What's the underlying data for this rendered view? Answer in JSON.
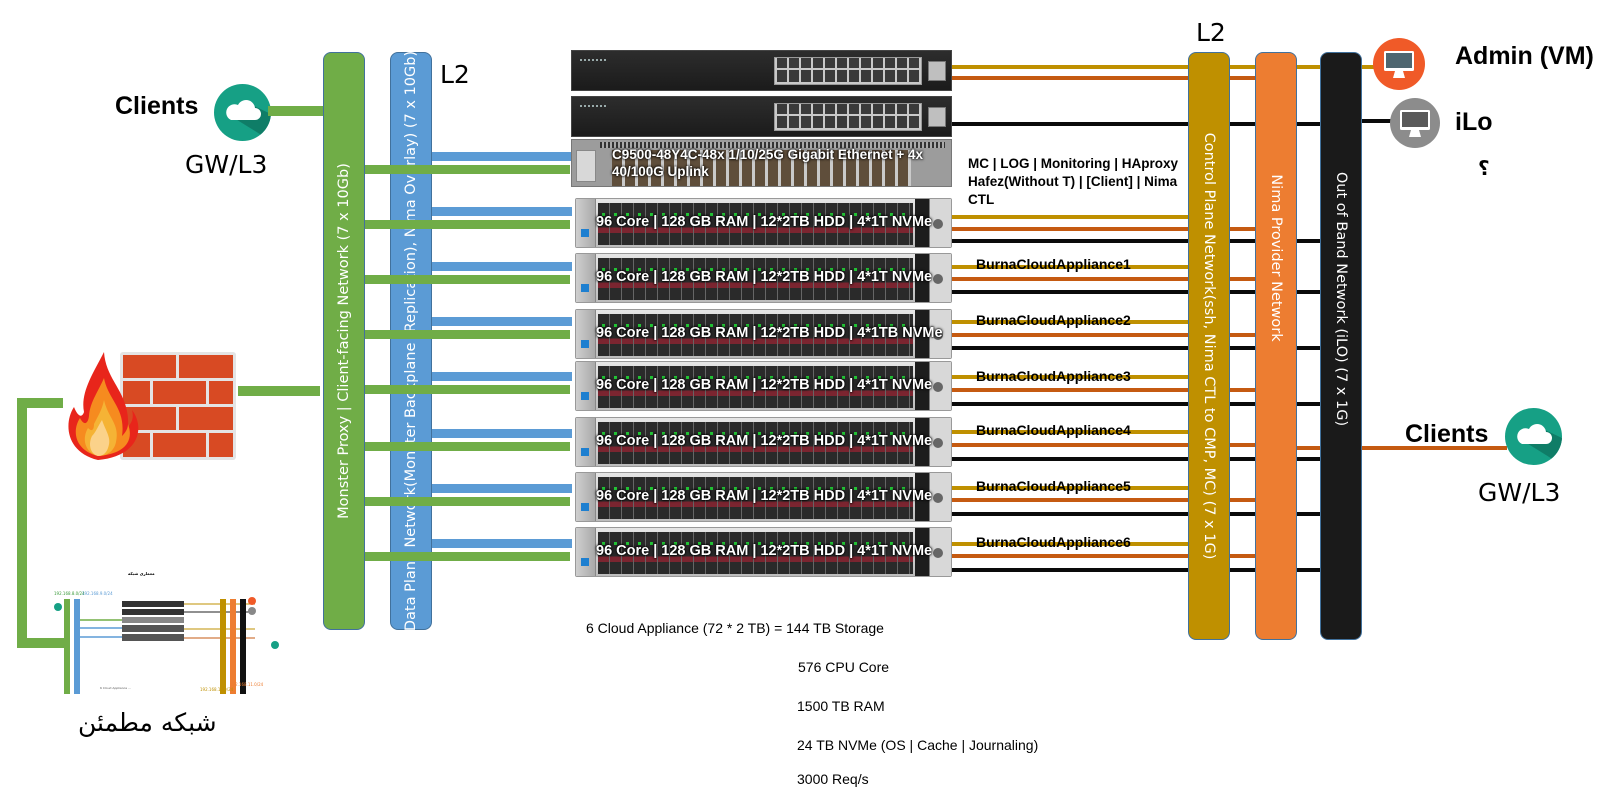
{
  "left_clients": {
    "label": "Clients",
    "gateway": "GW/L3",
    "icon": "cloud-icon"
  },
  "right_clients": {
    "label": "Clients",
    "gateway": "GW/L3",
    "icon": "cloud-icon"
  },
  "l2_left": "L2",
  "l2_right": "L2",
  "networks": {
    "client_facing": "Monster Proxy | Client-facing Network (7 x 10Gb)",
    "data_plane": "Data Plane Network(Monster Backplane (Replication), Nima Overlay) (7 x 10Gb)",
    "control_plane": "Control Plane Network(ssh, Nima CTL to CMP,  MC) (7 x 1G)",
    "nima_provider": "Nima Provider Network",
    "out_of_band": "Out of Band Network (iLO) (7 x 1G)"
  },
  "colors": {
    "client_facing": "#70ad47",
    "data_plane": "#5b9bd5",
    "control_plane": "#bf9000",
    "nima_provider": "#ed7d31",
    "out_of_band": "#1a1a1a",
    "cloud_icon": "#16a085",
    "admin_icon": "#f05a28",
    "ilo_icon": "#8c8c8c"
  },
  "admin": {
    "label": "Admin (VM)",
    "icon": "monitor-icon"
  },
  "ilo": {
    "label": "iLo",
    "icon": "monitor-icon",
    "note": "؟"
  },
  "firewall": {
    "icon": "firewall-icon"
  },
  "trusted_network": {
    "label": "شبکه مطمئن",
    "thumbnail": "network-diagram-thumbnail",
    "thumbnail_subnets": [
      "192.168.8.0/24",
      "192.168.9.0/24",
      "192.168.10.0/24",
      "192.168.11.0/24"
    ]
  },
  "core_switch": {
    "label": "C9500-48Y4C-48x 1/10/25G Gigabit Ethernet + 4x 40/100G Uplink"
  },
  "management_node": {
    "spec": "96 Core | 128 GB RAM | 12*2TB HDD | 4*1T NVMe",
    "roles": "MC | LOG | Monitoring | HAproxy Hafez(Without T) | [Client] | Nima CTL"
  },
  "appliances": [
    {
      "name": "BurnaCloudAppliance1",
      "spec": "96 Core | 128 GB RAM | 12*2TB HDD | 4*1T NVMe"
    },
    {
      "name": "BurnaCloudAppliance2",
      "spec": "96 Core | 128 GB RAM | 12*2TB HDD | 4*1TB NVMe"
    },
    {
      "name": "BurnaCloudAppliance3",
      "spec": "96 Core | 128 GB RAM | 12*2TB HDD | 4*1T NVMe"
    },
    {
      "name": "BurnaCloudAppliance4",
      "spec": "96 Core | 128 GB RAM | 12*2TB HDD | 4*1T NVMe"
    },
    {
      "name": "BurnaCloudAppliance5",
      "spec": "96 Core | 128 GB RAM | 12*2TB HDD | 4*1T NVMe"
    },
    {
      "name": "BurnaCloudAppliance6",
      "spec": "96 Core | 128 GB RAM | 12*2TB HDD | 4*1T NVMe"
    }
  ],
  "summary": {
    "storage": "6 Cloud Appliance (72 * 2 TB) = 144 TB Storage",
    "cpu": "576 CPU Core",
    "ram": "1500 TB RAM",
    "nvme": "24 TB NVMe (OS | Cache | Journaling)",
    "throughput": "3000 Req/s"
  }
}
